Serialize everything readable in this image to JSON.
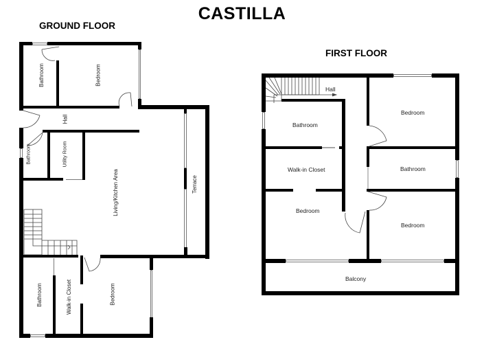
{
  "title": "CASTILLA",
  "ground_floor": {
    "heading": "GROUND FLOOR",
    "rooms": [
      {
        "id": "bathroom-1",
        "label": "Bathroom"
      },
      {
        "id": "bedroom-1",
        "label": "Bedroom"
      },
      {
        "id": "hall",
        "label": "Hall"
      },
      {
        "id": "bathroom-2",
        "label": "Bathroom"
      },
      {
        "id": "utility",
        "label": "Utility Room"
      },
      {
        "id": "living",
        "label": "Living/Kitchen Area"
      },
      {
        "id": "terrace",
        "label": "Terrace"
      },
      {
        "id": "bathroom-3",
        "label": "Bathroom"
      },
      {
        "id": "closet",
        "label": "Walk-in Closet"
      },
      {
        "id": "bedroom-2",
        "label": "Bedroom"
      }
    ]
  },
  "first_floor": {
    "heading": "FIRST FLOOR",
    "rooms": [
      {
        "id": "hall",
        "label": "Hall"
      },
      {
        "id": "bathroom-1",
        "label": "Bathroom"
      },
      {
        "id": "bedroom-1",
        "label": "Bedroom"
      },
      {
        "id": "closet",
        "label": "Walk-in Closet"
      },
      {
        "id": "bathroom-2",
        "label": "Bathroom"
      },
      {
        "id": "bedroom-2",
        "label": "Bedroom"
      },
      {
        "id": "bedroom-3",
        "label": "Bedroom"
      },
      {
        "id": "balcony",
        "label": "Balcony"
      }
    ]
  }
}
